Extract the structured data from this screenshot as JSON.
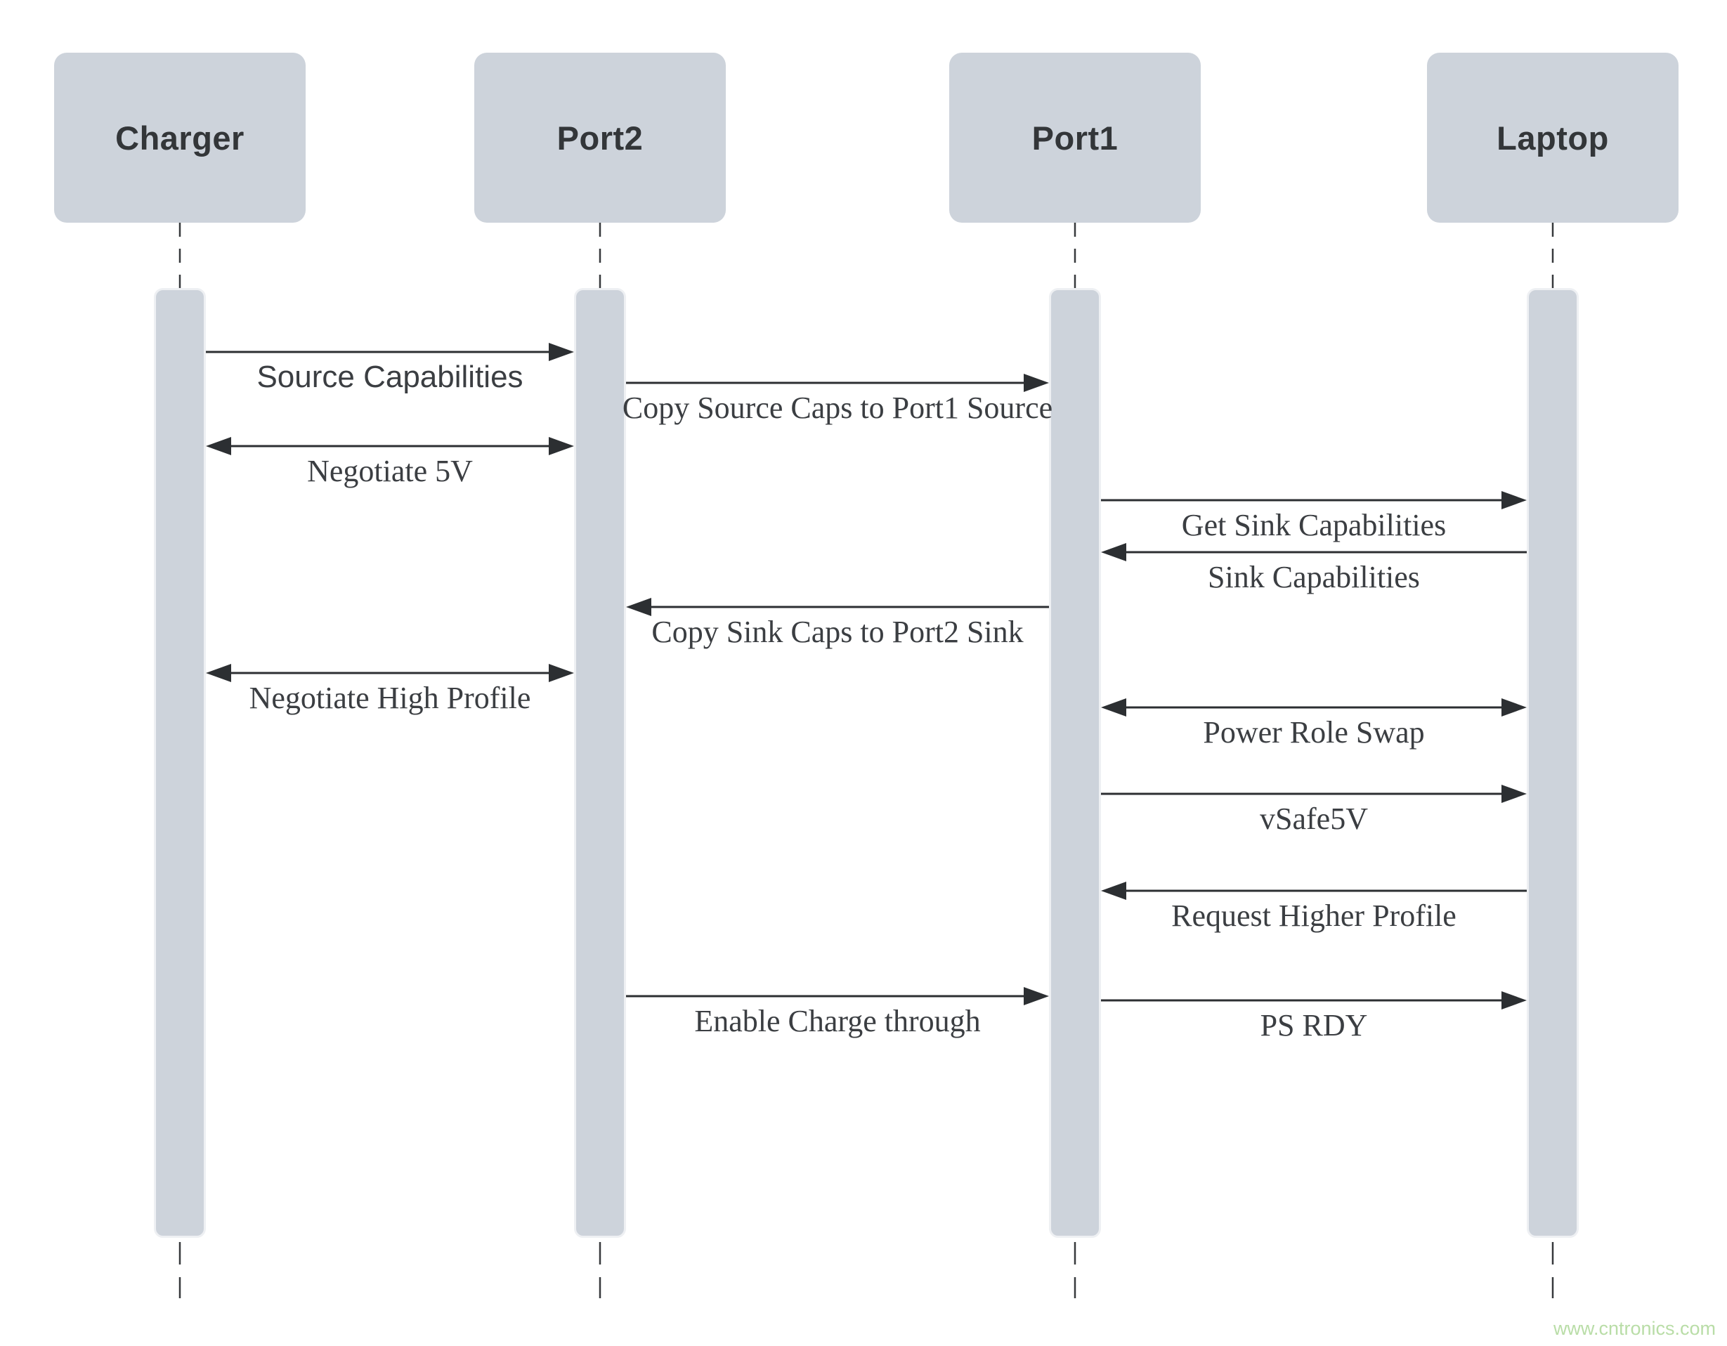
{
  "diagram": {
    "actors": [
      {
        "id": "charger",
        "label": "Charger"
      },
      {
        "id": "port2",
        "label": "Port2"
      },
      {
        "id": "port1",
        "label": "Port1"
      },
      {
        "id": "laptop",
        "label": "Laptop"
      }
    ],
    "messages": [
      {
        "label": "Source Capabilities",
        "from": "charger",
        "to": "port2",
        "bidirectional": false
      },
      {
        "label": "Copy Source Caps to Port1 Source",
        "from": "port2",
        "to": "port1",
        "bidirectional": false
      },
      {
        "label": "Negotiate 5V",
        "from": "charger",
        "to": "port2",
        "bidirectional": true
      },
      {
        "label": "Get Sink Capabilities",
        "from": "port1",
        "to": "laptop",
        "bidirectional": false
      },
      {
        "label": "Sink Capabilities",
        "from": "laptop",
        "to": "port1",
        "bidirectional": false
      },
      {
        "label": "Copy Sink Caps to Port2 Sink",
        "from": "port1",
        "to": "port2",
        "bidirectional": false
      },
      {
        "label": "Negotiate High Profile",
        "from": "charger",
        "to": "port2",
        "bidirectional": true
      },
      {
        "label": "Power Role Swap",
        "from": "port1",
        "to": "laptop",
        "bidirectional": true
      },
      {
        "label": "vSafe5V",
        "from": "port1",
        "to": "laptop",
        "bidirectional": false
      },
      {
        "label": "Request Higher Profile",
        "from": "laptop",
        "to": "port1",
        "bidirectional": false
      },
      {
        "label": "Enable Charge through",
        "from": "port2",
        "to": "port1",
        "bidirectional": false
      },
      {
        "label": "PS RDY",
        "from": "port1",
        "to": "laptop",
        "bidirectional": false
      }
    ],
    "watermark": {
      "text": "www.cntronics.com"
    }
  },
  "colors": {
    "actor_fill": "#cdd3db",
    "bar_rim": "#eef0f3",
    "arrow": "#2c2f32",
    "lifeline": "#37393c",
    "actor_text": "#333639",
    "message_text": "#3b3e42",
    "watermark_text": "#b9dda7"
  }
}
